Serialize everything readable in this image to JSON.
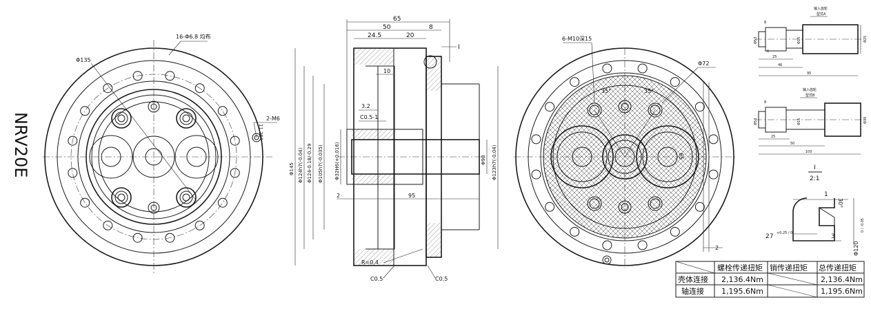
{
  "model": "NRV20E",
  "front_view": {
    "holes_note": "16-Φ6.8 均布",
    "dia_135": "Φ135",
    "tap_note": "2-M6",
    "angle_note": "11.25°"
  },
  "section_view": {
    "dim_65": "65",
    "dim_50": "50",
    "dim_8": "8",
    "dim_24_5": "24.5",
    "dim_20": "20",
    "detail_ref": "I",
    "dim_10": "10",
    "dim_3_2": "3.2",
    "chamfer_c05_1": "C0.5-1",
    "dim_2": "2",
    "dim_95": "95",
    "radius_note": "R=0.4",
    "chamfer_left": "C0.5",
    "chamfer_right": "C0.5",
    "dia_145": "Φ145",
    "dia_124h7": "Φ124h7(-0.04)",
    "dia_124": "Φ124-0.18/-0.29",
    "dia_105h7": "Φ105h7(-0.035)",
    "dia_32h6": "Φ32H6(+0.016)",
    "dia_98": "Φ98",
    "dia_123h7": "Φ123h7(-0.04)"
  },
  "rear_view": {
    "tap_note": "6-M10深15",
    "dia_72": "Φ72",
    "angle_left": "35°",
    "angle_right": "35°",
    "dim_65": "65",
    "dim_2": "2"
  },
  "shaft_a": {
    "title_line1": "输入齿轮",
    "title_line2": "型式A",
    "dim_8": "8",
    "dia_53": "Φ53",
    "dim_6": "6",
    "dia_15": "Φ15",
    "dim_25": "25",
    "dim_46": "46",
    "dim_95": "95",
    "dia_25": "Φ25"
  },
  "shaft_b": {
    "title_line1": "输入齿轮",
    "title_line2": "型式B",
    "dim_8": "8",
    "dia_53": "Φ53",
    "dia_15": "Φ15",
    "dim_25": "25",
    "dim_50": "50",
    "dim_100": "100",
    "dia_30": "Φ30"
  },
  "detail": {
    "label": "I",
    "scale": "2:1",
    "mark_1": "1",
    "angle": "30°",
    "dim_27": "27",
    "tol_27": "+0.25 / 0",
    "dim_3": "3",
    "dia_120": "Φ120",
    "tol_120": "0 / -0.05"
  },
  "torque_table": {
    "headers": [
      "",
      "螺栓传递扭矩",
      "销传递扭矩",
      "总传递扭矩"
    ],
    "rows": [
      [
        "壳体连接",
        "2,136.4Nm",
        "",
        "2,136.4Nm"
      ],
      [
        "轴连接",
        "1,195.6Nm",
        "",
        "1,195.6Nm"
      ]
    ]
  }
}
